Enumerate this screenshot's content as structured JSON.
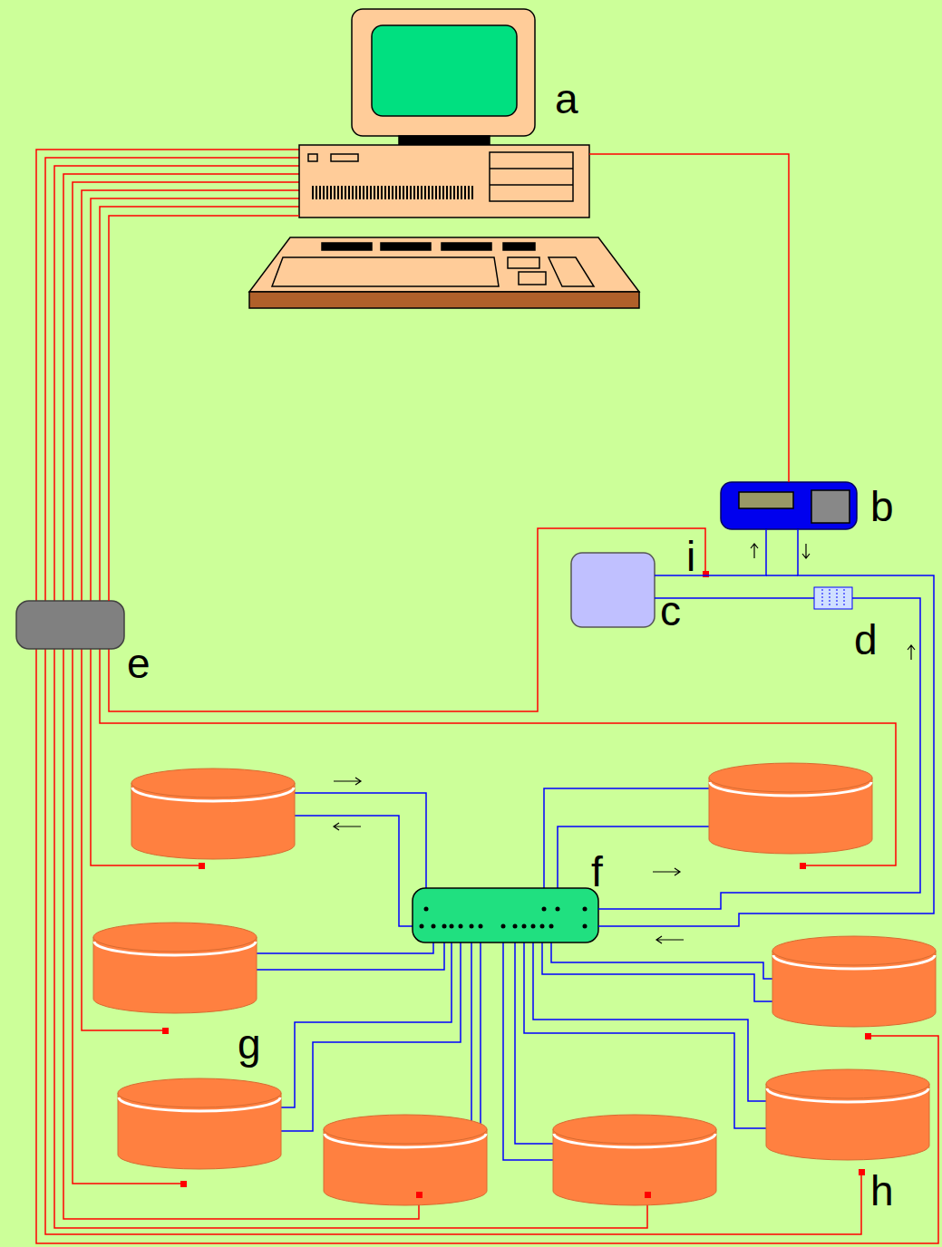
{
  "diagram": {
    "nodes": [
      {
        "text": [
          "a"
        ]
      },
      {
        "text": [
          "b"
        ]
      },
      {
        "text": [
          "c"
        ]
      },
      {
        "text": [
          "d"
        ]
      },
      {
        "text": [
          "e"
        ]
      },
      {
        "text": [
          "f"
        ]
      }
    ],
    "edges": [
      {
        "from": 0,
        "to": 1,
        "arrow": "none"
      },
      {
        "from": 0,
        "to": 4,
        "arrow": "none"
      },
      {
        "from": 5,
        "to": 3,
        "arrow": "none"
      },
      {
        "from": 3,
        "to": 2,
        "arrow": "none"
      },
      {
        "from": 2,
        "to": 1,
        "arrow": "none"
      },
      {
        "from": 1,
        "to": 5,
        "arrow": "none"
      }
    ],
    "labels": [
      "g",
      "h",
      "i"
    ]
  }
}
